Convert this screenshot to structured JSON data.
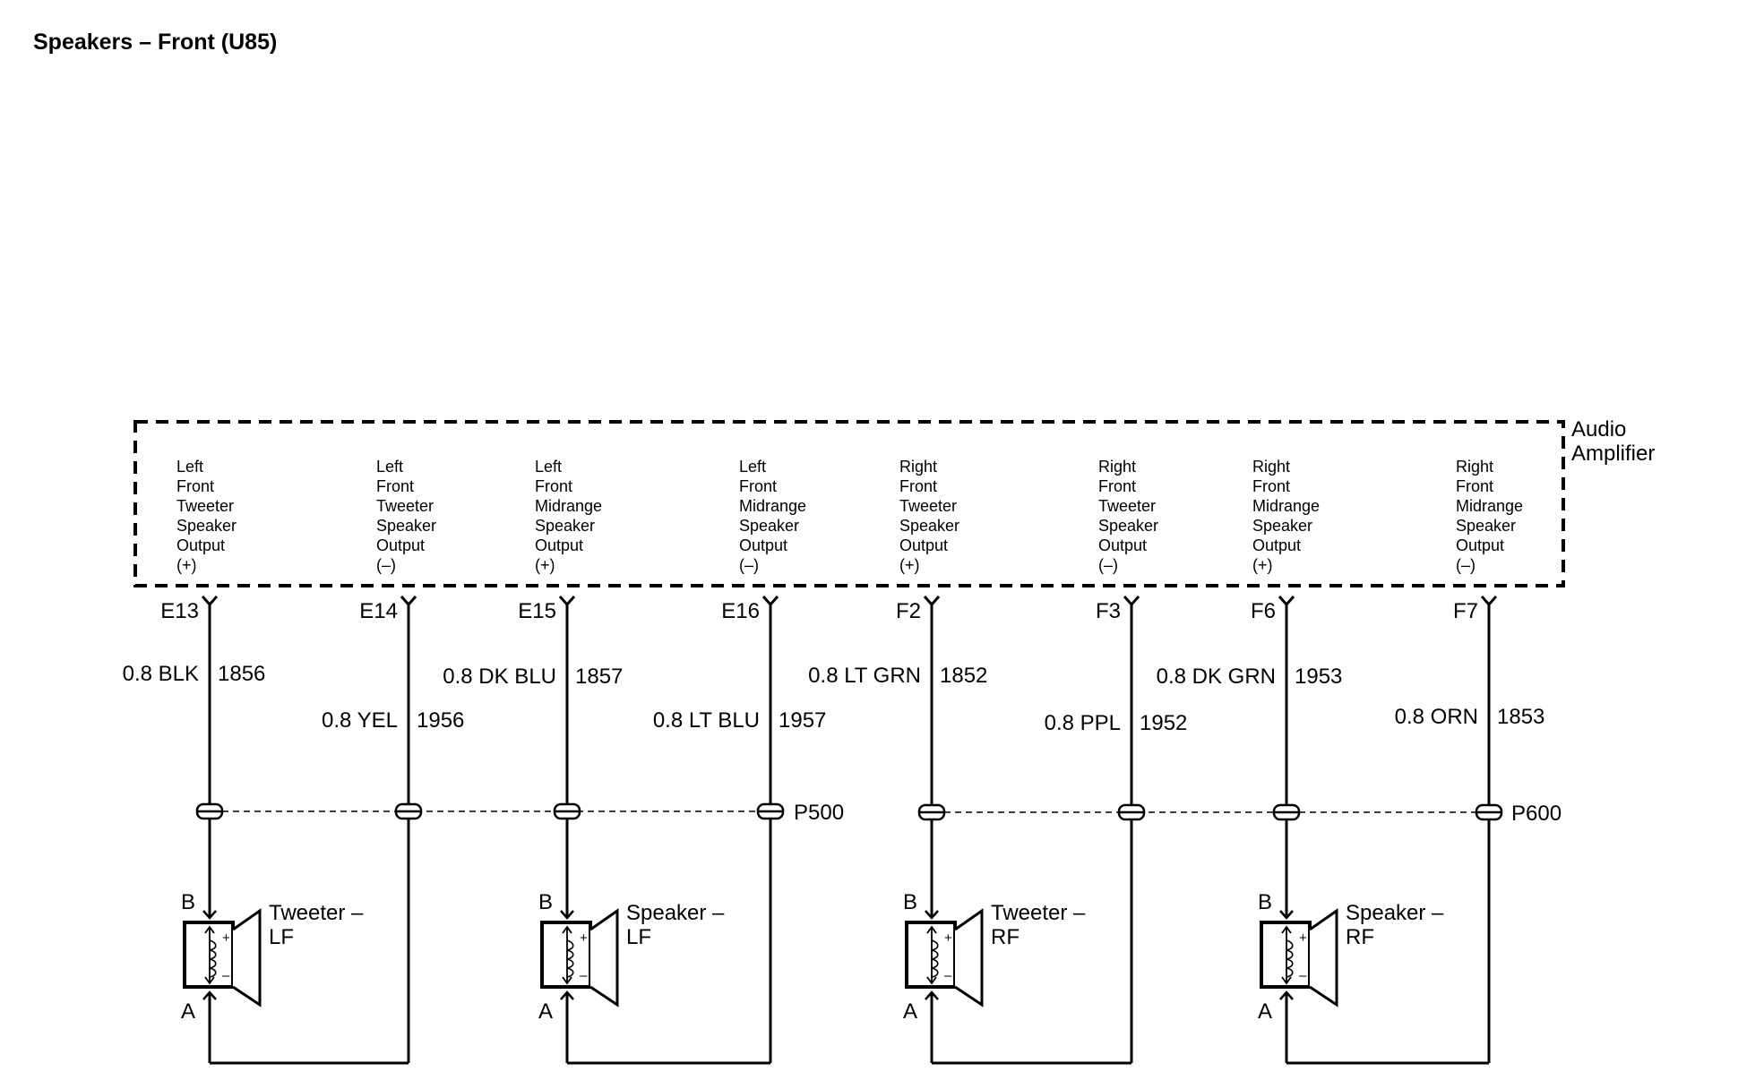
{
  "title": "Speakers – Front (U85)",
  "amplifier": {
    "line1": "Audio",
    "line2": "Amplifier"
  },
  "outputs": [
    {
      "lines": [
        "Left",
        "Front",
        "Tweeter",
        "Speaker",
        "Output",
        "(+)"
      ],
      "pin": "E13",
      "gauge_color": "0.8 BLK",
      "circuit": "1856"
    },
    {
      "lines": [
        "Left",
        "Front",
        "Tweeter",
        "Speaker",
        "Output",
        "(–)"
      ],
      "pin": "E14",
      "gauge_color": "0.8 YEL",
      "circuit": "1956"
    },
    {
      "lines": [
        "Left",
        "Front",
        "Midrange",
        "Speaker",
        "Output",
        "(+)"
      ],
      "pin": "E15",
      "gauge_color": "0.8 DK BLU",
      "circuit": "1857"
    },
    {
      "lines": [
        "Left",
        "Front",
        "Midrange",
        "Speaker",
        "Output",
        "(–)"
      ],
      "pin": "E16",
      "gauge_color": "0.8 LT BLU",
      "circuit": "1957"
    },
    {
      "lines": [
        "Right",
        "Front",
        "Tweeter",
        "Speaker",
        "Output",
        "(+)"
      ],
      "pin": "F2",
      "gauge_color": "0.8 LT GRN",
      "circuit": "1852"
    },
    {
      "lines": [
        "Right",
        "Front",
        "Tweeter",
        "Speaker",
        "Output",
        "(–)"
      ],
      "pin": "F3",
      "gauge_color": "0.8 PPL",
      "circuit": "1952"
    },
    {
      "lines": [
        "Right",
        "Front",
        "Midrange",
        "Speaker",
        "Output",
        "(+)"
      ],
      "pin": "F6",
      "gauge_color": "0.8 DK GRN",
      "circuit": "1953"
    },
    {
      "lines": [
        "Right",
        "Front",
        "Midrange",
        "Speaker",
        "Output",
        "(–)"
      ],
      "pin": "F7",
      "gauge_color": "0.8 ORN",
      "circuit": "1853"
    }
  ],
  "connectors": [
    {
      "label": "P500"
    },
    {
      "label": "P600"
    }
  ],
  "speakers": [
    {
      "name_line1": "Tweeter –",
      "name_line2": "LF",
      "term_top": "B",
      "term_bottom": "A",
      "plus": "+",
      "minus": "–"
    },
    {
      "name_line1": "Speaker –",
      "name_line2": "LF",
      "term_top": "B",
      "term_bottom": "A",
      "plus": "+",
      "minus": "–"
    },
    {
      "name_line1": "Tweeter –",
      "name_line2": "RF",
      "term_top": "B",
      "term_bottom": "A",
      "plus": "+",
      "minus": "–"
    },
    {
      "name_line1": "Speaker –",
      "name_line2": "RF",
      "term_top": "B",
      "term_bottom": "A",
      "plus": "+",
      "minus": "–"
    }
  ]
}
